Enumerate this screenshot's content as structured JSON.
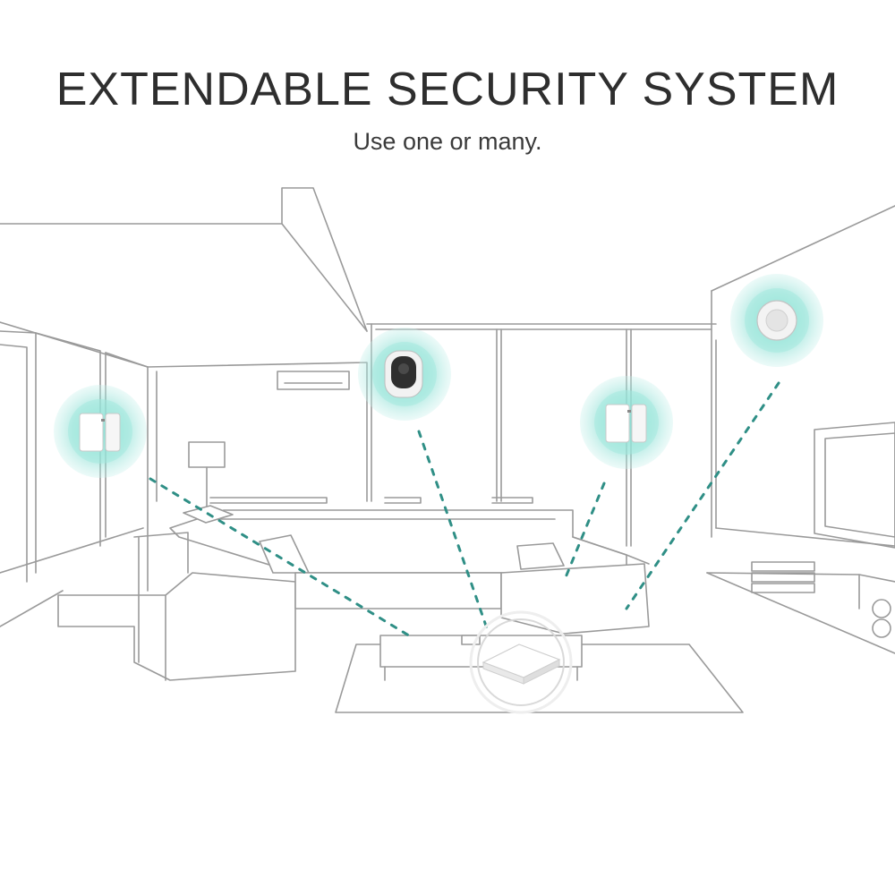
{
  "headline": "EXTENDABLE SECURITY SYSTEM",
  "subline": "Use one or many.",
  "colors": {
    "line": "#9a9a9a",
    "signal_glow": "#5fd3c6",
    "connection_dash": "#2f8f86",
    "text": "#2e2e2e"
  },
  "devices": [
    {
      "name": "door-window-sensor-left",
      "icon": "contact-sensor-icon"
    },
    {
      "name": "indoor-camera",
      "icon": "camera-icon"
    },
    {
      "name": "door-window-sensor-right",
      "icon": "contact-sensor-icon"
    },
    {
      "name": "motion-sensor",
      "icon": "motion-sensor-icon"
    },
    {
      "name": "security-hub",
      "icon": "hub-icon"
    }
  ]
}
